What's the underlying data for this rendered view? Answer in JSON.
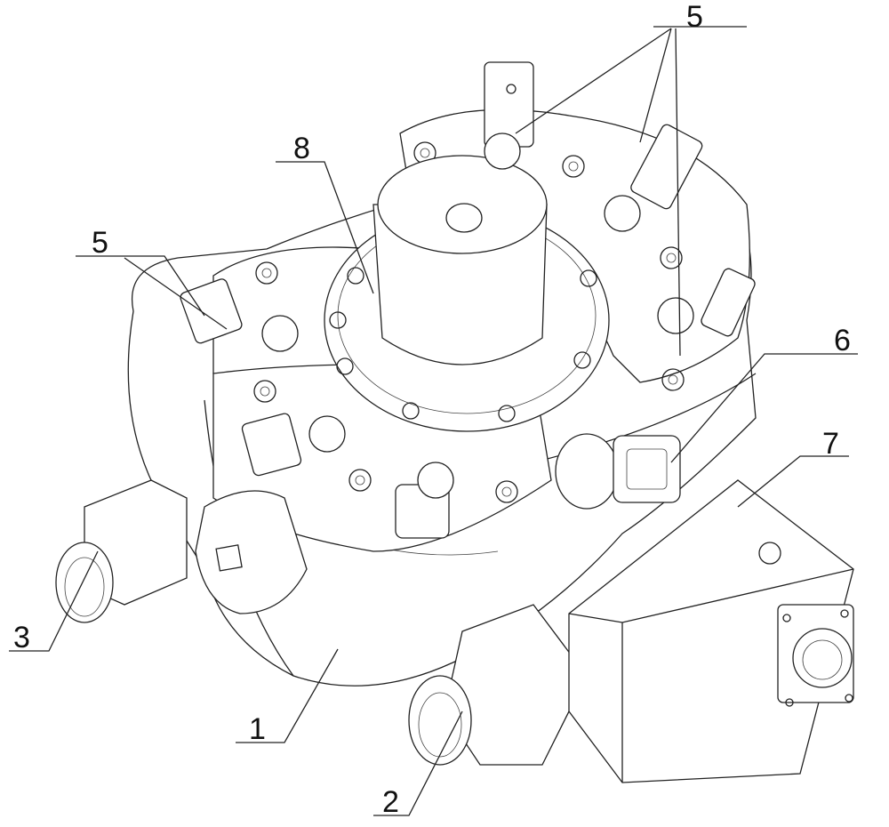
{
  "figure": {
    "labels": [
      {
        "id": "label-5-top",
        "text": "5"
      },
      {
        "id": "label-8",
        "text": "8"
      },
      {
        "id": "label-5-left",
        "text": "5"
      },
      {
        "id": "label-6",
        "text": "6"
      },
      {
        "id": "label-7",
        "text": "7"
      },
      {
        "id": "label-3",
        "text": "3"
      },
      {
        "id": "label-1",
        "text": "1"
      },
      {
        "id": "label-2",
        "text": "2"
      }
    ],
    "line_color": "#222222",
    "background": "#ffffff"
  }
}
